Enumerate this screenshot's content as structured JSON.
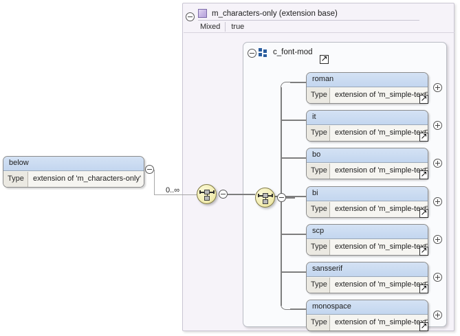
{
  "diagram": {
    "kind": "xsd-schema-diagram",
    "source_element": {
      "name": "below",
      "type_label": "Type",
      "type_value": "extension of 'm_characters-only'",
      "collapse_icon": "minus-circle-icon"
    },
    "cardinality": "0..∞",
    "extension_base": {
      "title": "m_characters-only (extension base)",
      "icon": "purple-square-icon",
      "collapse_icon": "minus-circle-icon",
      "attributes": [
        {
          "name": "Mixed",
          "value": "true"
        }
      ]
    },
    "group": {
      "name": "c_font-mod",
      "icon": "model-group-icon",
      "collapse_icon": "minus-circle-icon",
      "link_icon": "open-link-arrow-icon"
    },
    "choice_symbols": [
      {
        "id": "choice-outer",
        "icon": "choice-symbol-icon",
        "collapse_icon": "minus-circle-icon"
      },
      {
        "id": "choice-inner",
        "icon": "choice-symbol-icon",
        "collapse_icon": "minus-circle-icon"
      }
    ],
    "type_label": "Type",
    "elements": [
      {
        "name": "roman",
        "type_label": "Type",
        "type_value": "extension of 'm_simple-text'",
        "expand_icon": "plus-circle-icon",
        "link_icon": "open-link-arrow-icon"
      },
      {
        "name": "it",
        "type_label": "Type",
        "type_value": "extension of 'm_simple-text'",
        "expand_icon": "plus-circle-icon",
        "link_icon": "open-link-arrow-icon"
      },
      {
        "name": "bo",
        "type_label": "Type",
        "type_value": "extension of 'm_simple-text'",
        "expand_icon": "plus-circle-icon",
        "link_icon": "open-link-arrow-icon"
      },
      {
        "name": "bi",
        "type_label": "Type",
        "type_value": "extension of 'm_simple-text'",
        "expand_icon": "plus-circle-icon",
        "link_icon": "open-link-arrow-icon"
      },
      {
        "name": "scp",
        "type_label": "Type",
        "type_value": "extension of 'm_simple-text'",
        "expand_icon": "plus-circle-icon",
        "link_icon": "open-link-arrow-icon"
      },
      {
        "name": "sansserif",
        "type_label": "Type",
        "type_value": "extension of 'm_simple-text'",
        "expand_icon": "plus-circle-icon",
        "link_icon": "open-link-arrow-icon"
      },
      {
        "name": "monospace",
        "type_label": "Type",
        "type_value": "extension of 'm_simple-text'",
        "expand_icon": "plus-circle-icon",
        "link_icon": "open-link-arrow-icon"
      }
    ],
    "colors": {
      "canvas": "#ffffff",
      "extension_panel_bg": "#f6f3f9",
      "group_panel_bg": "#fafbfd",
      "box_header": "#c8daf0",
      "box_body": "#f6f5f1",
      "choice_fill": "#f2edb4",
      "connector": "#7d7d7d",
      "group_icon": "#2a5d9e",
      "purple_icon": "#b6a2dc"
    }
  }
}
